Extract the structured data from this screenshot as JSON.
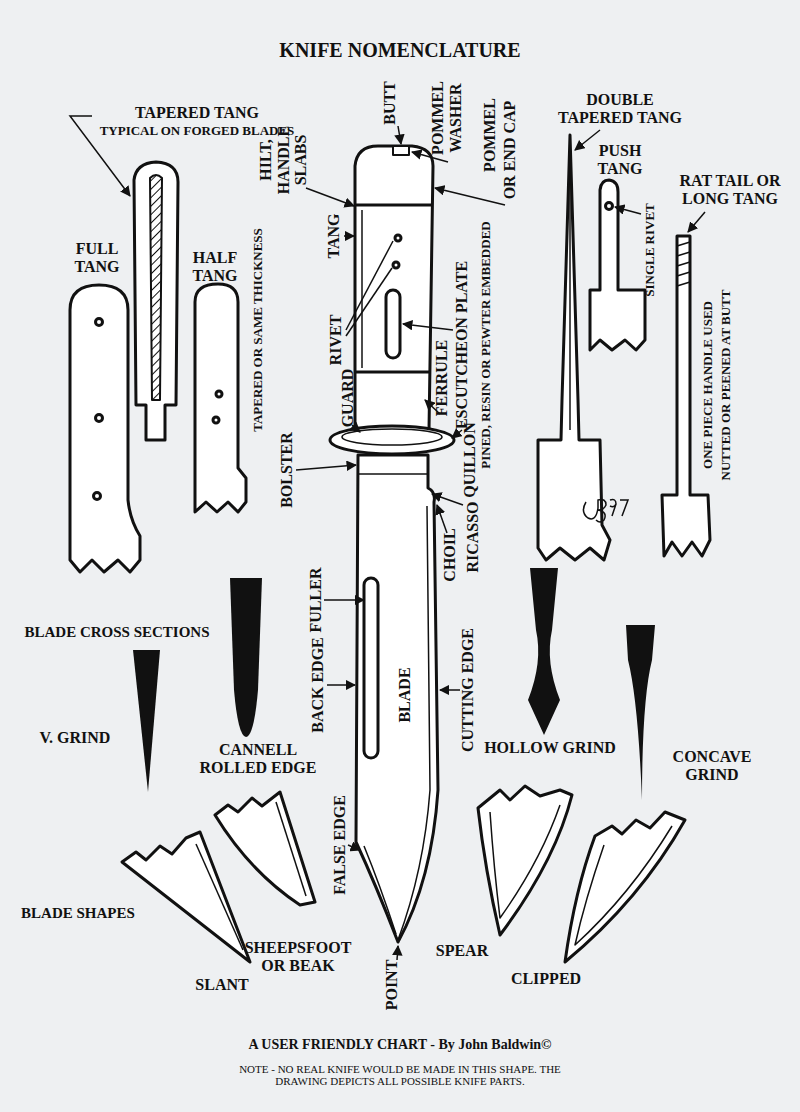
{
  "diagram": {
    "title": "KNIFE NOMENCLATURE",
    "caption": "A USER FRIENDLY CHART - By John Baldwin©",
    "labels": [
      "TAPERED TANG",
      "TYPICAL ON FORGED BLADES",
      "FULL TANG",
      "TAPERED OR SAME THICKNESS",
      "HALF TANG",
      "HILT, HANDLE SLABS",
      "BUTT",
      "POMMEL WASHER",
      "POMMEL",
      "OR END CAP",
      "TANG",
      "RIVET",
      "GUARD",
      "FERRULE",
      "QUILLON",
      "ESCUTCHEON PLATE",
      "PINED, RESIN OR PEWTER EMBEDDED",
      "BOLSTER",
      "RICASSO",
      "CHOIL",
      "DOUBLE TAPERED TANG",
      "PUSH TANG",
      "SINGLE RIVET",
      "RAT TAIL OR LONG TANG",
      "ONE PIECE HANDLE USED",
      "NUTTED OR PEENED AT BUTT",
      "BLADE CROSS SECTIONS",
      "FULLER",
      "BACK EDGE",
      "BLADE",
      "CUTTING EDGE",
      "V. GRIND",
      "CANNELL ROLLED EDGE",
      "HOLLOW GRIND",
      "CONCAVE GRIND",
      "FALSE EDGE",
      "BLADE SHAPES",
      "SLANT",
      "SHEEPSFOOT OR BEAK",
      "SPEAR",
      "POINT",
      "CLIPPED",
      "NOTE - NO REAL KNIFE WOULD BE MADE IN THIS SHAPE. THE DRAWING DEPICTS ALL POSSIBLE KNIFE PARTS."
    ]
  }
}
